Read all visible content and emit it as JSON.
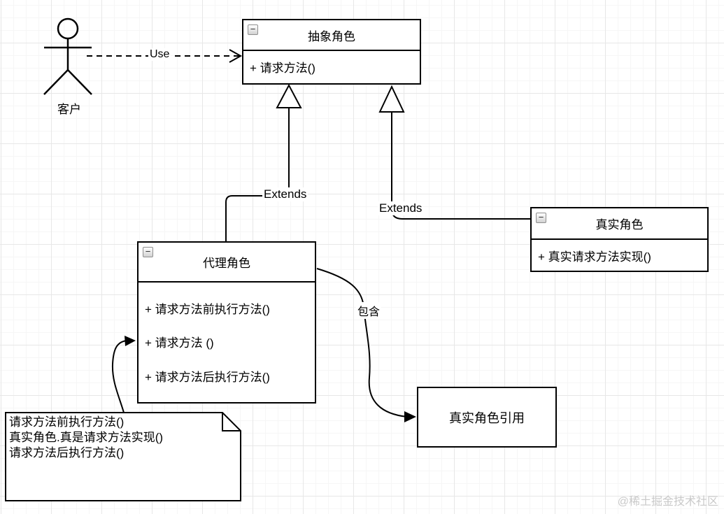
{
  "diagram": {
    "actor": {
      "label": "客户"
    },
    "use_edge": {
      "label": "Use"
    },
    "abstract_class": {
      "title": "抽象角色",
      "methods": [
        "+ 请求方法()"
      ]
    },
    "proxy_class": {
      "title": "代理角色",
      "methods": [
        "+ 请求方法前执行方法()",
        "+ 请求方法 ()",
        "+ 请求方法后执行方法()"
      ]
    },
    "real_class": {
      "title": "真实角色",
      "methods": [
        "+ 真实请求方法实现()"
      ]
    },
    "reference_box": {
      "label": "真实角色引用"
    },
    "extends_left": {
      "label": "Extends"
    },
    "extends_right": {
      "label": "Extends"
    },
    "contains_edge": {
      "label": "包含"
    },
    "note": {
      "text": "请求方法前执行方法()\n真实角色.真是请求方法实现()\n请求方法后执行方法()"
    },
    "watermark": "@稀土掘金技术社区",
    "colors": {
      "stroke": "#000000",
      "grid_minor": "#f6f6f6",
      "grid_major": "#e7e7e7",
      "watermark": "#c9c9c9",
      "collapse_fill": "#d2d2d2"
    }
  },
  "ui": {
    "collapse_glyph": "−"
  }
}
